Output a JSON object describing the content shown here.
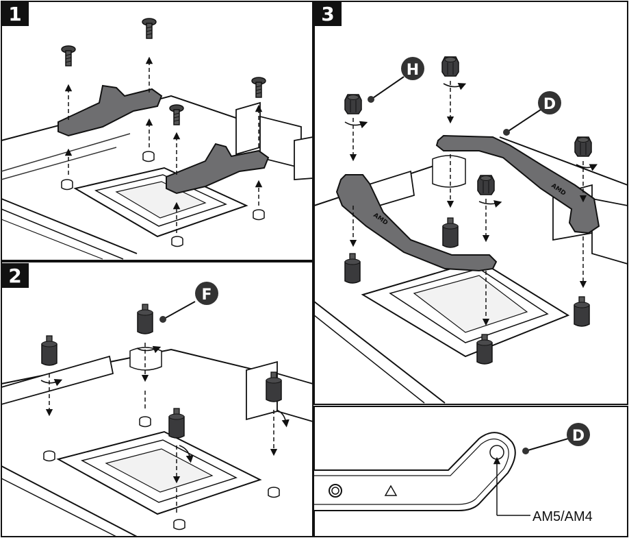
{
  "steps": {
    "step1": "1",
    "step2": "2",
    "step3": "3"
  },
  "callouts": {
    "f": "F",
    "h": "H",
    "d_top": "D",
    "d_detail": "D"
  },
  "bracket_text": {
    "left": "AMD",
    "right": "AMD"
  },
  "detail": {
    "socket_label": "AM5/AM4"
  },
  "colors": {
    "bracket": "#6e6e70",
    "standoff": "#3a3a3c",
    "line": "#1a1a1a"
  }
}
